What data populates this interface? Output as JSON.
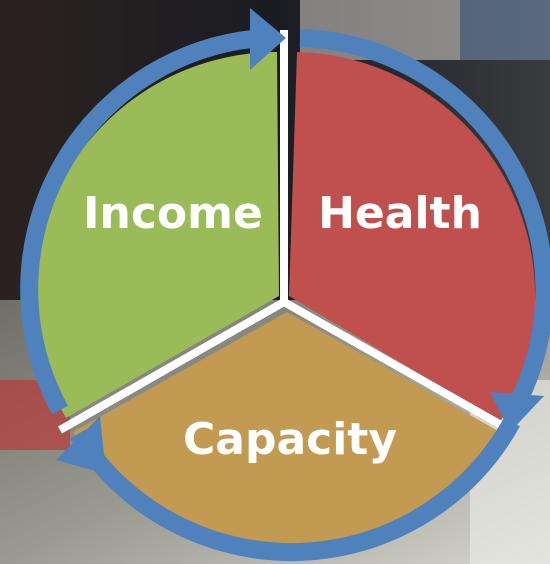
{
  "diagram": {
    "segments": [
      {
        "id": "health",
        "label": "Health",
        "color": "#c0504d"
      },
      {
        "id": "capacity",
        "label": "Capacity",
        "color": "#c29a52"
      },
      {
        "id": "income",
        "label": "Income",
        "color": "#9bbb59"
      }
    ],
    "cycle_arrow_color": "#4f81bd",
    "separator_color": "#ffffff"
  }
}
